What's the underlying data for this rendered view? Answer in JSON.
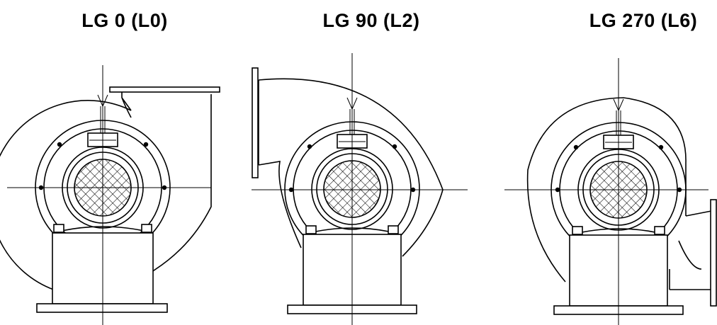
{
  "titles": [
    "LG 0 (L0)",
    "LG 90 (L2)",
    "LG 270 (L6)"
  ]
}
